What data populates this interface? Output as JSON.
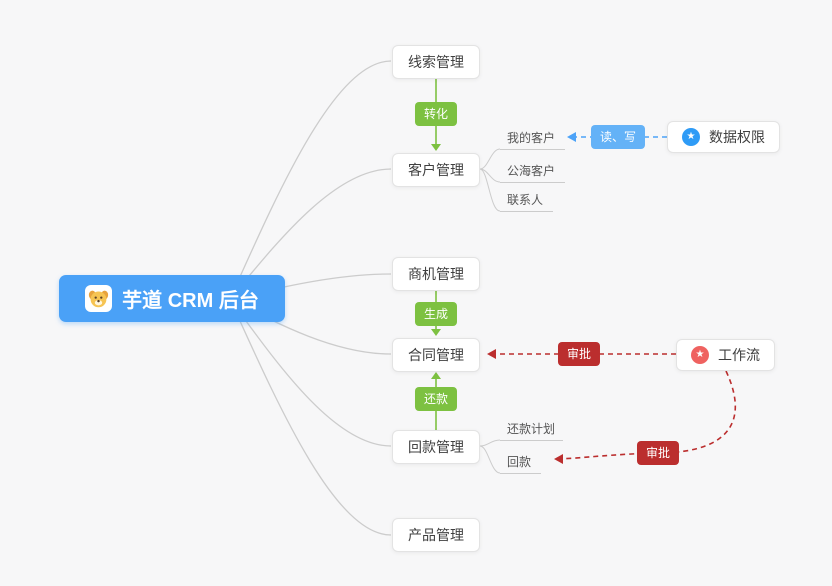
{
  "root": {
    "label": "芋道 CRM 后台"
  },
  "nodes": {
    "leads": {
      "label": "线索管理"
    },
    "customers": {
      "label": "客户管理"
    },
    "opportunities": {
      "label": "商机管理"
    },
    "contracts": {
      "label": "合同管理"
    },
    "receivables": {
      "label": "回款管理"
    },
    "products": {
      "label": "产品管理"
    },
    "data_permission": {
      "label": "数据权限"
    },
    "workflow": {
      "label": "工作流"
    }
  },
  "sub_items": {
    "my_customers": {
      "label": "我的客户"
    },
    "public_sea_customers": {
      "label": "公海客户"
    },
    "contacts": {
      "label": "联系人"
    },
    "repayment_plan": {
      "label": "还款计划"
    },
    "repayment": {
      "label": "回款"
    }
  },
  "edge_labels": {
    "convert": {
      "label": "转化"
    },
    "generate": {
      "label": "生成"
    },
    "repay": {
      "label": "还款"
    },
    "read_write": {
      "label": "读、写"
    },
    "approve_contract": {
      "label": "审批"
    },
    "approve_receivable": {
      "label": "审批"
    }
  },
  "icons": {
    "star": "★"
  },
  "colors": {
    "canvas_bg": "#f7f7f8",
    "root_bg": "#4aa1f7",
    "green": "#7dc141",
    "blue": "#4da3f8",
    "blue_badge": "#64b2f7",
    "red": "#bb2e2e",
    "edge": "#cccccc",
    "node_border": "#e3e3e3",
    "star_blue": "#2e9bf6",
    "star_red": "#ef6260"
  }
}
